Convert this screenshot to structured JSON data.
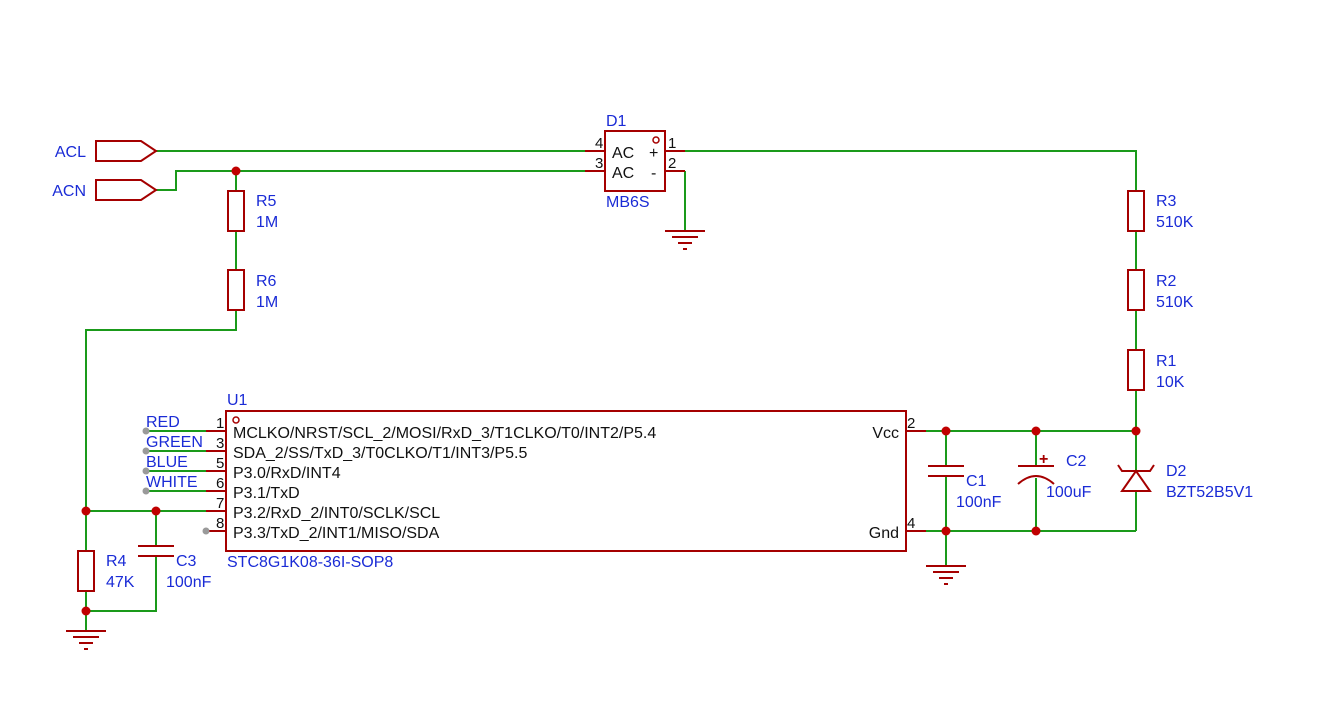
{
  "colors": {
    "wire": "#1a9a1a",
    "part": "#a50000",
    "label": "#1a2bd6",
    "junction": "#c00000"
  },
  "ports": {
    "acl": "ACL",
    "acn": "ACN"
  },
  "d1": {
    "ref": "D1",
    "value": "MB6S",
    "pin_ac1": "AC",
    "pin_ac2": "AC",
    "plus": "+",
    "minus": "-",
    "n4": "4",
    "n3": "3",
    "n1": "1",
    "n2": "2"
  },
  "r5": {
    "ref": "R5",
    "value": "1M"
  },
  "r6": {
    "ref": "R6",
    "value": "1M"
  },
  "r3": {
    "ref": "R3",
    "value": "510K"
  },
  "r2": {
    "ref": "R2",
    "value": "510K"
  },
  "r1": {
    "ref": "R1",
    "value": "10K"
  },
  "r4": {
    "ref": "R4",
    "value": "47K"
  },
  "c1": {
    "ref": "C1",
    "value": "100nF"
  },
  "c2": {
    "ref": "C2",
    "value": "100uF",
    "plus": "+"
  },
  "c3": {
    "ref": "C3",
    "value": "100nF"
  },
  "d2": {
    "ref": "D2",
    "value": "BZT52B5V1"
  },
  "u1": {
    "ref": "U1",
    "value": "STC8G1K08-36I-SOP8",
    "left_pins": [
      {
        "num": "1",
        "label": "MCLKO/NRST/SCL_2/MOSI/RxD_3/T1CLKO/T0/INT2/P5.4",
        "net": "RED"
      },
      {
        "num": "3",
        "label": "SDA_2/SS/TxD_3/T0CLKO/T1/INT3/P5.5",
        "net": "GREEN"
      },
      {
        "num": "5",
        "label": "P3.0/RxD/INT4",
        "net": "BLUE"
      },
      {
        "num": "6",
        "label": "P3.1/TxD",
        "net": "WHITE"
      },
      {
        "num": "7",
        "label": "P3.2/RxD_2/INT0/SCLK/SCL",
        "net": ""
      },
      {
        "num": "8",
        "label": "P3.3/TxD_2/INT1/MISO/SDA",
        "net": ""
      }
    ],
    "vcc": {
      "num": "2",
      "label": "Vcc"
    },
    "gnd": {
      "num": "4",
      "label": "Gnd"
    }
  }
}
